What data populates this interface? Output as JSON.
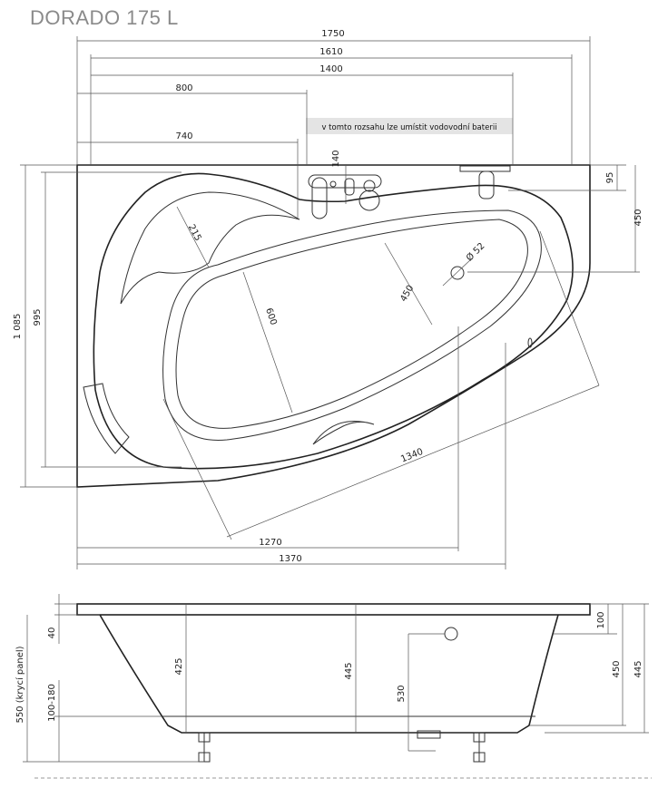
{
  "title": "DORADO 175 L",
  "top_view": {
    "dims": {
      "w1750": "1750",
      "w1610": "1610",
      "w1400": "1400",
      "w800": "800",
      "w740": "740",
      "d140": "140",
      "d95": "95",
      "d450": "450",
      "d1085": "1 085",
      "d995": "995",
      "d215": "215",
      "d600": "600",
      "d450b": "450",
      "d52": "Ø 52",
      "d1340": "1340",
      "d1270": "1270",
      "d1370": "1370"
    },
    "tap_zone": "v tomto rozsahu lze umístit vodovodní baterii"
  },
  "side_view": {
    "dims": {
      "d40": "40",
      "d425": "425",
      "d445": "445",
      "d530": "530",
      "d100": "100",
      "d450": "450",
      "d445b": "445",
      "d100_180": "100-180",
      "d550": "550 (krycí panel)"
    }
  }
}
